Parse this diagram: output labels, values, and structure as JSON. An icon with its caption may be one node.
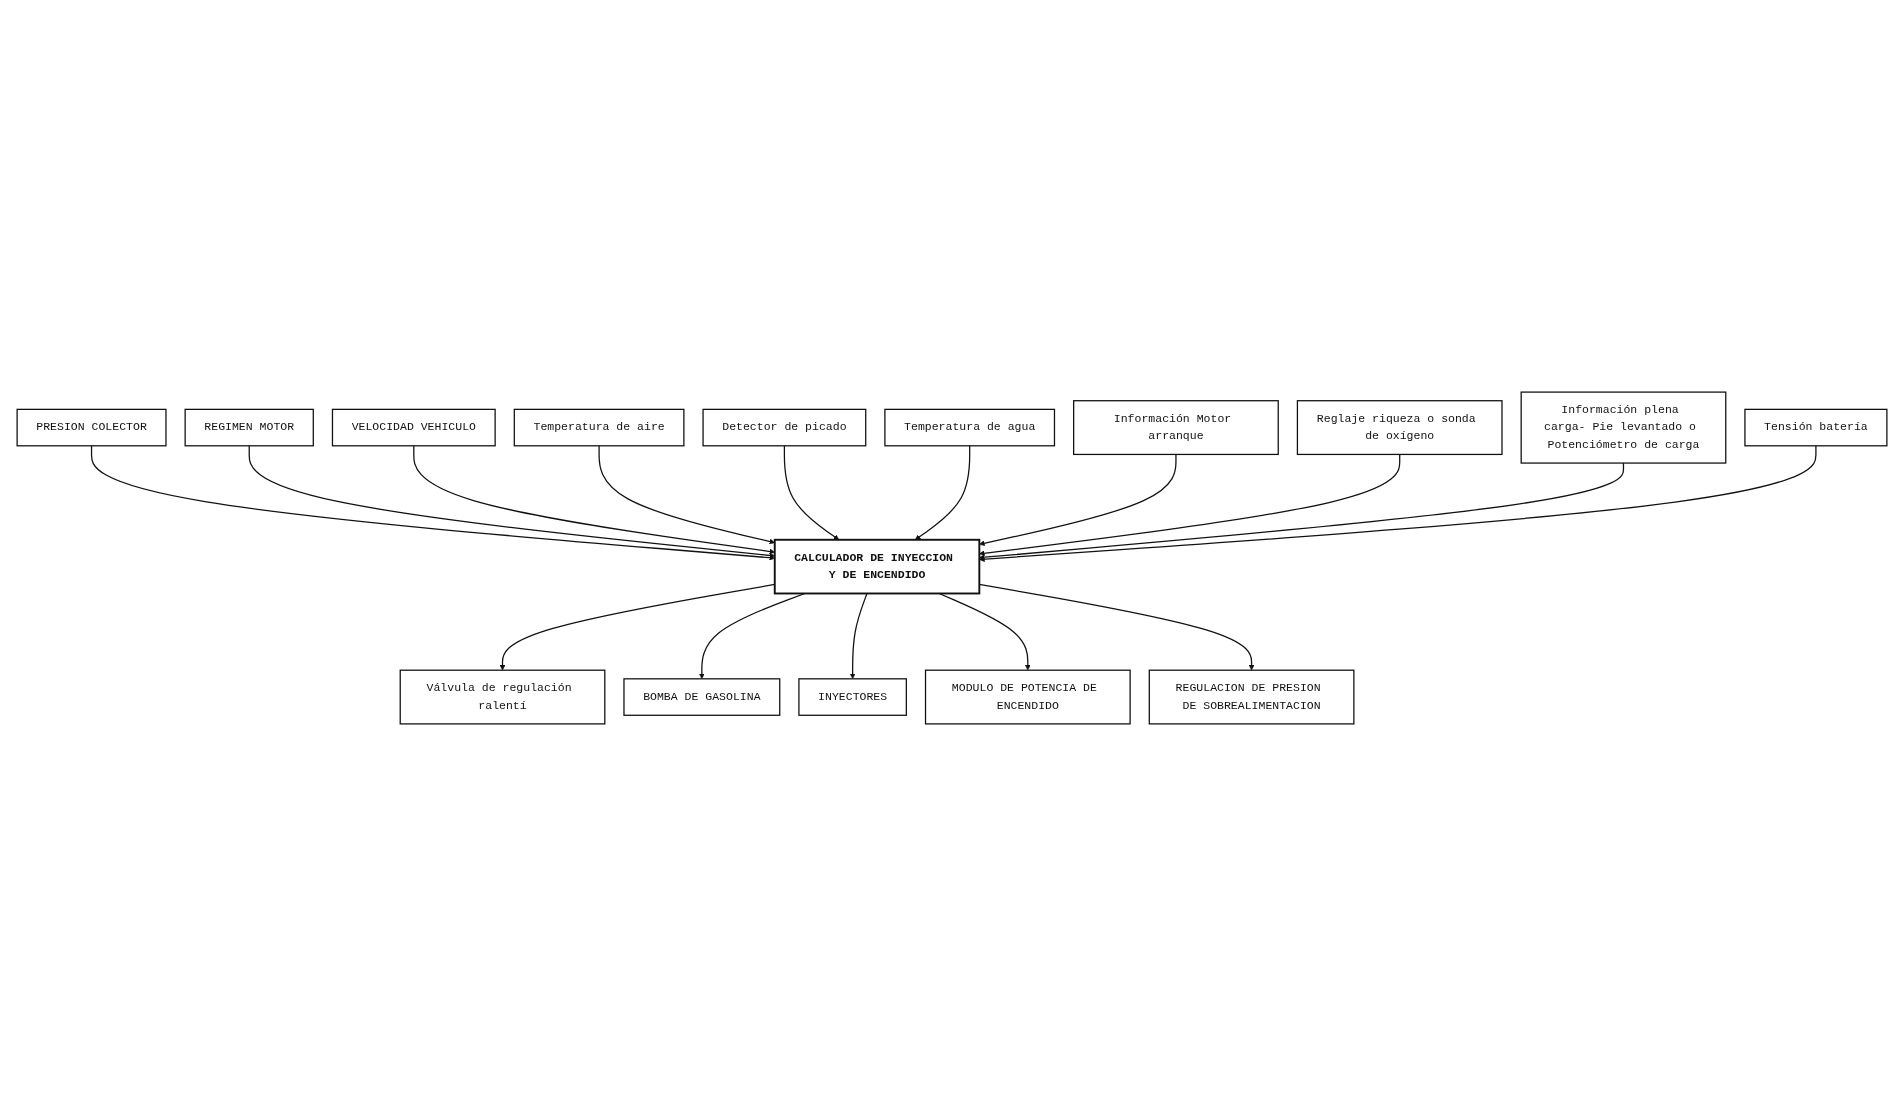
{
  "diagram": {
    "nodes": [
      {
        "text": [
          "PRESION COLECTOR"
        ]
      },
      {
        "text": [
          "REGIMEN MOTOR"
        ]
      },
      {
        "text": [
          "VELOCIDAD VEHICULO"
        ]
      },
      {
        "text": [
          "Temperatura de aire"
        ]
      },
      {
        "text": [
          "CALCULADOR DE INYECCION Y DE ENCENDIDO"
        ]
      },
      {
        "text": [
          "Detector de picado"
        ]
      },
      {
        "text": [
          "Temperatura de agua"
        ]
      },
      {
        "text": [
          "Información Motor arranque"
        ]
      },
      {
        "text": [
          "Reglaje riqueza o sonda de oxígeno"
        ]
      },
      {
        "text": [
          "Información plena carga- Pie levantado o Potenciómetro de carga"
        ]
      },
      {
        "text": [
          "Tensión batería"
        ]
      },
      {
        "text": [
          "Válvula de regulación ralentí"
        ]
      },
      {
        "text": [
          "BOMBA DE GASOLINA"
        ]
      },
      {
        "text": [
          "INYECTORES"
        ]
      },
      {
        "text": [
          "MODULO DE POTENCIA DE ENCENDIDO"
        ]
      },
      {
        "text": [
          "REGULACION DE PRESION DE SOBREALIMENTACION"
        ]
      }
    ],
    "edges": [
      {
        "from": 0,
        "to": 4,
        "arrow": "to"
      },
      {
        "from": 1,
        "to": 4,
        "arrow": "to"
      },
      {
        "from": 2,
        "to": 4,
        "arrow": "to"
      },
      {
        "from": 3,
        "to": 4,
        "arrow": "to"
      },
      {
        "from": 5,
        "to": 4,
        "arrow": "to"
      },
      {
        "from": 6,
        "to": 4,
        "arrow": "to"
      },
      {
        "from": 7,
        "to": 4,
        "arrow": "to"
      },
      {
        "from": 8,
        "to": 4,
        "arrow": "to"
      },
      {
        "from": 9,
        "to": 4,
        "arrow": "to"
      },
      {
        "from": 10,
        "to": 4,
        "arrow": "to"
      },
      {
        "from": 4,
        "to": 11,
        "arrow": "to"
      },
      {
        "from": 4,
        "to": 12,
        "arrow": "to"
      },
      {
        "from": 4,
        "to": 13,
        "arrow": "to"
      },
      {
        "from": 4,
        "to": 14,
        "arrow": "to"
      },
      {
        "from": 4,
        "to": 15,
        "arrow": "to"
      }
    ]
  }
}
